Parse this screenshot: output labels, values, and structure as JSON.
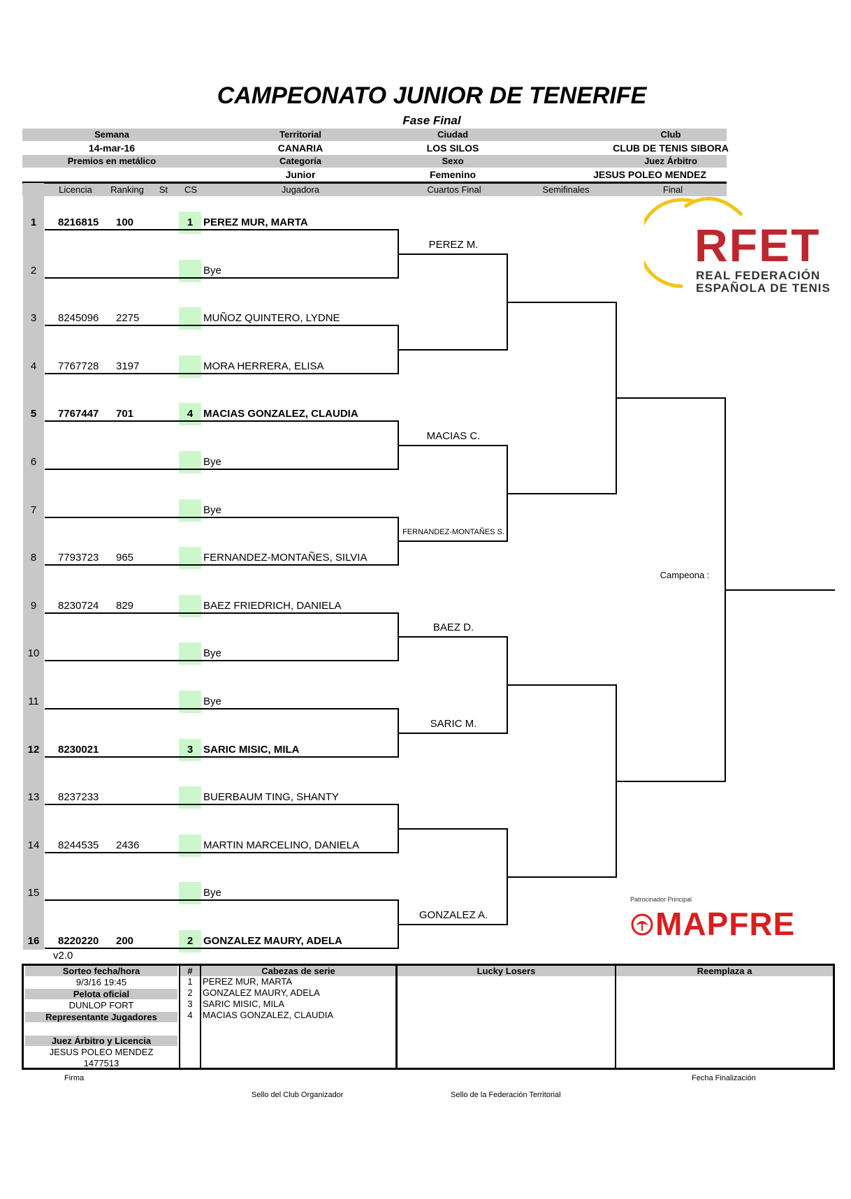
{
  "title": "CAMPEONATO JUNIOR DE TENERIFE",
  "subtitle": "Fase Final",
  "info": {
    "semana_label": "Semana",
    "semana": "14-mar-16",
    "territorial_label": "Territorial",
    "territorial": "CANARIA",
    "ciudad_label": "Ciudad",
    "ciudad": "LOS SILOS",
    "club_label": "Club",
    "club": "CLUB DE TENIS SIBORA",
    "premios_label": "Premios en metálico",
    "categoria_label": "Categoría",
    "categoria": "Junior",
    "sexo_label": "Sexo",
    "sexo": "Femenino",
    "juez_label": "Juez Árbitro",
    "juez": "JESUS POLEO MENDEZ"
  },
  "columns": {
    "licencia": "Licencia",
    "ranking": "Ranking",
    "st": "St",
    "cs": "CS",
    "jugadora": "Jugadora",
    "cuartos": "Cuartos Final",
    "semis": "Semifinales",
    "final": "Final"
  },
  "players": [
    {
      "num": "1",
      "licencia": "8216815",
      "ranking": "100",
      "cs": "1",
      "name": "PEREZ MUR, MARTA",
      "bold": true
    },
    {
      "num": "2",
      "licencia": "",
      "ranking": "",
      "cs": "",
      "name": "Bye",
      "bold": false
    },
    {
      "num": "3",
      "licencia": "8245096",
      "ranking": "2275",
      "cs": "",
      "name": "MUÑOZ QUINTERO, LYDNE",
      "bold": false
    },
    {
      "num": "4",
      "licencia": "7767728",
      "ranking": "3197",
      "cs": "",
      "name": "MORA HERRERA, ELISA",
      "bold": false
    },
    {
      "num": "5",
      "licencia": "7767447",
      "ranking": "701",
      "cs": "4",
      "name": "MACIAS GONZALEZ, CLAUDIA",
      "bold": true
    },
    {
      "num": "6",
      "licencia": "",
      "ranking": "",
      "cs": "",
      "name": "Bye",
      "bold": false
    },
    {
      "num": "7",
      "licencia": "",
      "ranking": "",
      "cs": "",
      "name": "Bye",
      "bold": false
    },
    {
      "num": "8",
      "licencia": "7793723",
      "ranking": "965",
      "cs": "",
      "name": "FERNANDEZ-MONTAÑES, SILVIA",
      "bold": false
    },
    {
      "num": "9",
      "licencia": "8230724",
      "ranking": "829",
      "cs": "",
      "name": "BAEZ FRIEDRICH, DANIELA",
      "bold": false
    },
    {
      "num": "10",
      "licencia": "",
      "ranking": "",
      "cs": "",
      "name": "Bye",
      "bold": false
    },
    {
      "num": "11",
      "licencia": "",
      "ranking": "",
      "cs": "",
      "name": "Bye",
      "bold": false
    },
    {
      "num": "12",
      "licencia": "8230021",
      "ranking": "",
      "cs": "3",
      "name": "SARIC MISIC, MILA",
      "bold": true
    },
    {
      "num": "13",
      "licencia": "8237233",
      "ranking": "",
      "cs": "",
      "name": "BUERBAUM TING, SHANTY",
      "bold": false
    },
    {
      "num": "14",
      "licencia": "8244535",
      "ranking": "2436",
      "cs": "",
      "name": "MARTIN MARCELINO, DANIELA",
      "bold": false
    },
    {
      "num": "15",
      "licencia": "",
      "ranking": "",
      "cs": "",
      "name": "Bye",
      "bold": false
    },
    {
      "num": "16",
      "licencia": "8220220",
      "ranking": "200",
      "cs": "2",
      "name": "GONZALEZ MAURY, ADELA",
      "bold": true
    }
  ],
  "round2_winners": [
    "PEREZ M.",
    "",
    "MACIAS C.",
    "FERNANDEZ-MONTAÑES S.",
    "BAEZ D.",
    "SARIC M.",
    "",
    "GONZALEZ A."
  ],
  "campeona_label": "Campeona :",
  "version": "v2.0",
  "logo_rfet": {
    "main": "RFET",
    "line1": "REAL FEDERACIÓN",
    "line2": "ESPAÑOLA DE TENIS",
    "red": "#c0262d",
    "yellow": "#f0c419"
  },
  "sponsor": {
    "label": "Patrocinador Principal",
    "name": "MAPFRE",
    "red": "#d81e1e"
  },
  "footer": {
    "sorteo_label": "Sorteo fecha/hora",
    "sorteo": "9/3/16 19:45",
    "pelota_label": "Pelota oficial",
    "pelota": "DUNLOP FORT",
    "representante_label": "Representante Jugadores",
    "representante": "",
    "juez_label": "Juez Árbitro y Licencia",
    "juez": "JESUS POLEO MENDEZ",
    "juez_licencia": "1477513",
    "hash_label": "#",
    "cabezas_label": "Cabezas  de serie",
    "seeds": [
      {
        "n": "1",
        "name": "PEREZ MUR, MARTA"
      },
      {
        "n": "2",
        "name": "GONZALEZ MAURY, ADELA"
      },
      {
        "n": "3",
        "name": "SARIC MISIC, MILA"
      },
      {
        "n": "4",
        "name": "MACIAS GONZALEZ, CLAUDIA"
      }
    ],
    "lucky_label": "Lucky Losers",
    "reemplaza_label": "Reemplaza a",
    "firma": "Firma",
    "fecha_fin": "Fecha Finalización",
    "sello_club": "Sello del Club Organizador",
    "sello_fed": "Sello de la Federación Territorial"
  }
}
